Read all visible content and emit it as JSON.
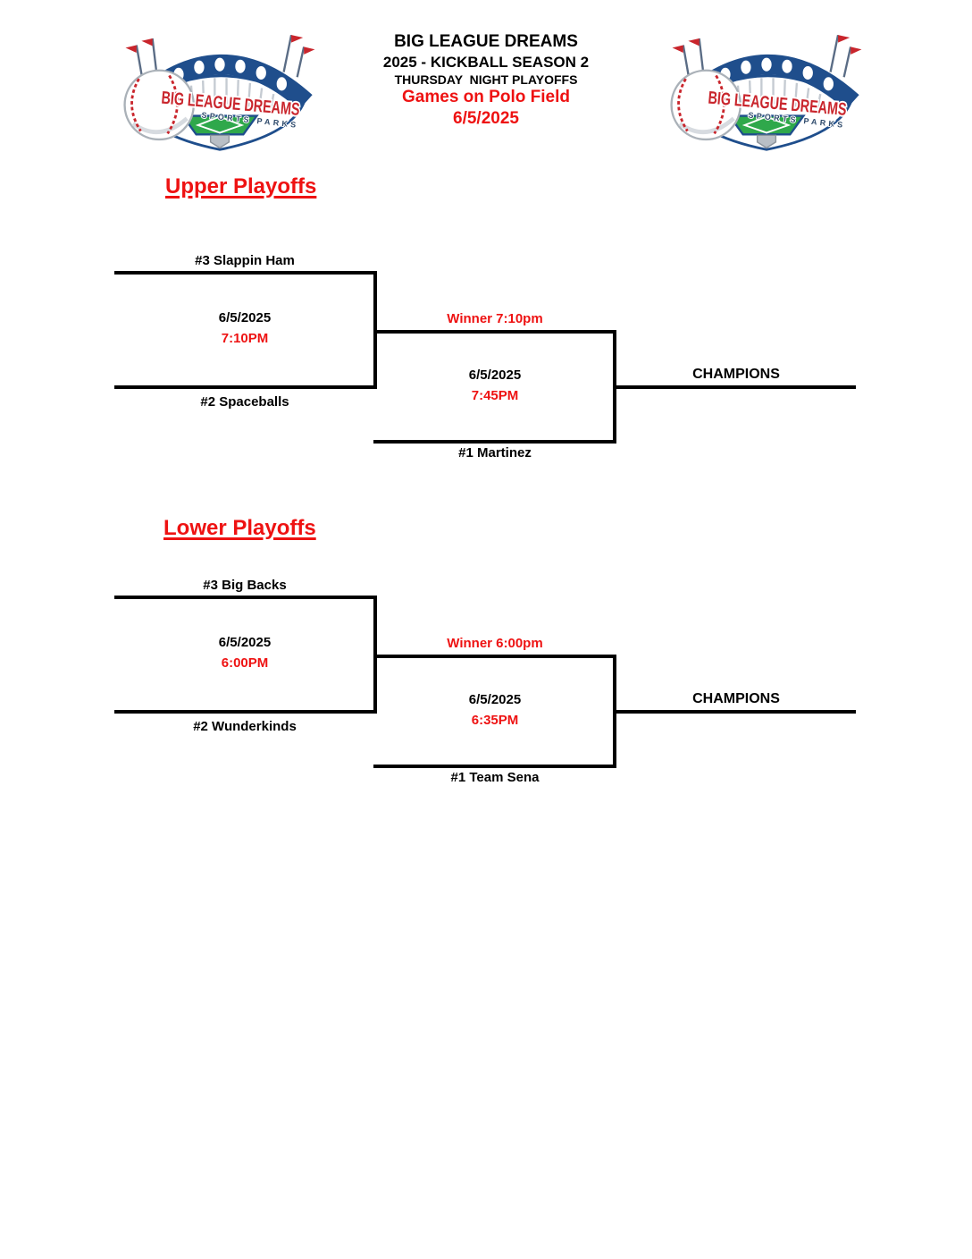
{
  "header": {
    "title": "BIG LEAGUE DREAMS",
    "subtitle": "2025 - KICKBALL SEASON 2",
    "line3": "THURSDAY  NIGHT PLAYOFFS",
    "venue": "Games on Polo Field",
    "date": "6/5/2025"
  },
  "logo": {
    "name": "BIG LEAGUE DREAMS",
    "subtext": "SPORTS PARKS"
  },
  "colors": {
    "red": "#ee1212",
    "logo_red": "#c9252c",
    "logo_blue": "#1f4e8c",
    "logo_green": "#2fa84b",
    "logo_gray": "#b9bfc6",
    "black": "#000000"
  },
  "brackets": {
    "upper": {
      "heading": "Upper Playoffs",
      "seed3": "#3 Slappin Ham",
      "seed2": "#2 Spaceballs",
      "seed1": "#1 Martinez",
      "game1_date": "6/5/2025",
      "game1_time": "7:10PM",
      "winner_label": "Winner 7:10pm",
      "game2_date": "6/5/2025",
      "game2_time": "7:45PM",
      "champions_label": "CHAMPIONS"
    },
    "lower": {
      "heading": "Lower Playoffs",
      "seed3": "#3 Big Backs",
      "seed2": "#2 Wunderkinds",
      "seed1": "#1 Team Sena",
      "game1_date": "6/5/2025",
      "game1_time": "6:00PM",
      "winner_label": "Winner 6:00pm",
      "game2_date": "6/5/2025",
      "game2_time": "6:35PM",
      "champions_label": "CHAMPIONS"
    }
  }
}
